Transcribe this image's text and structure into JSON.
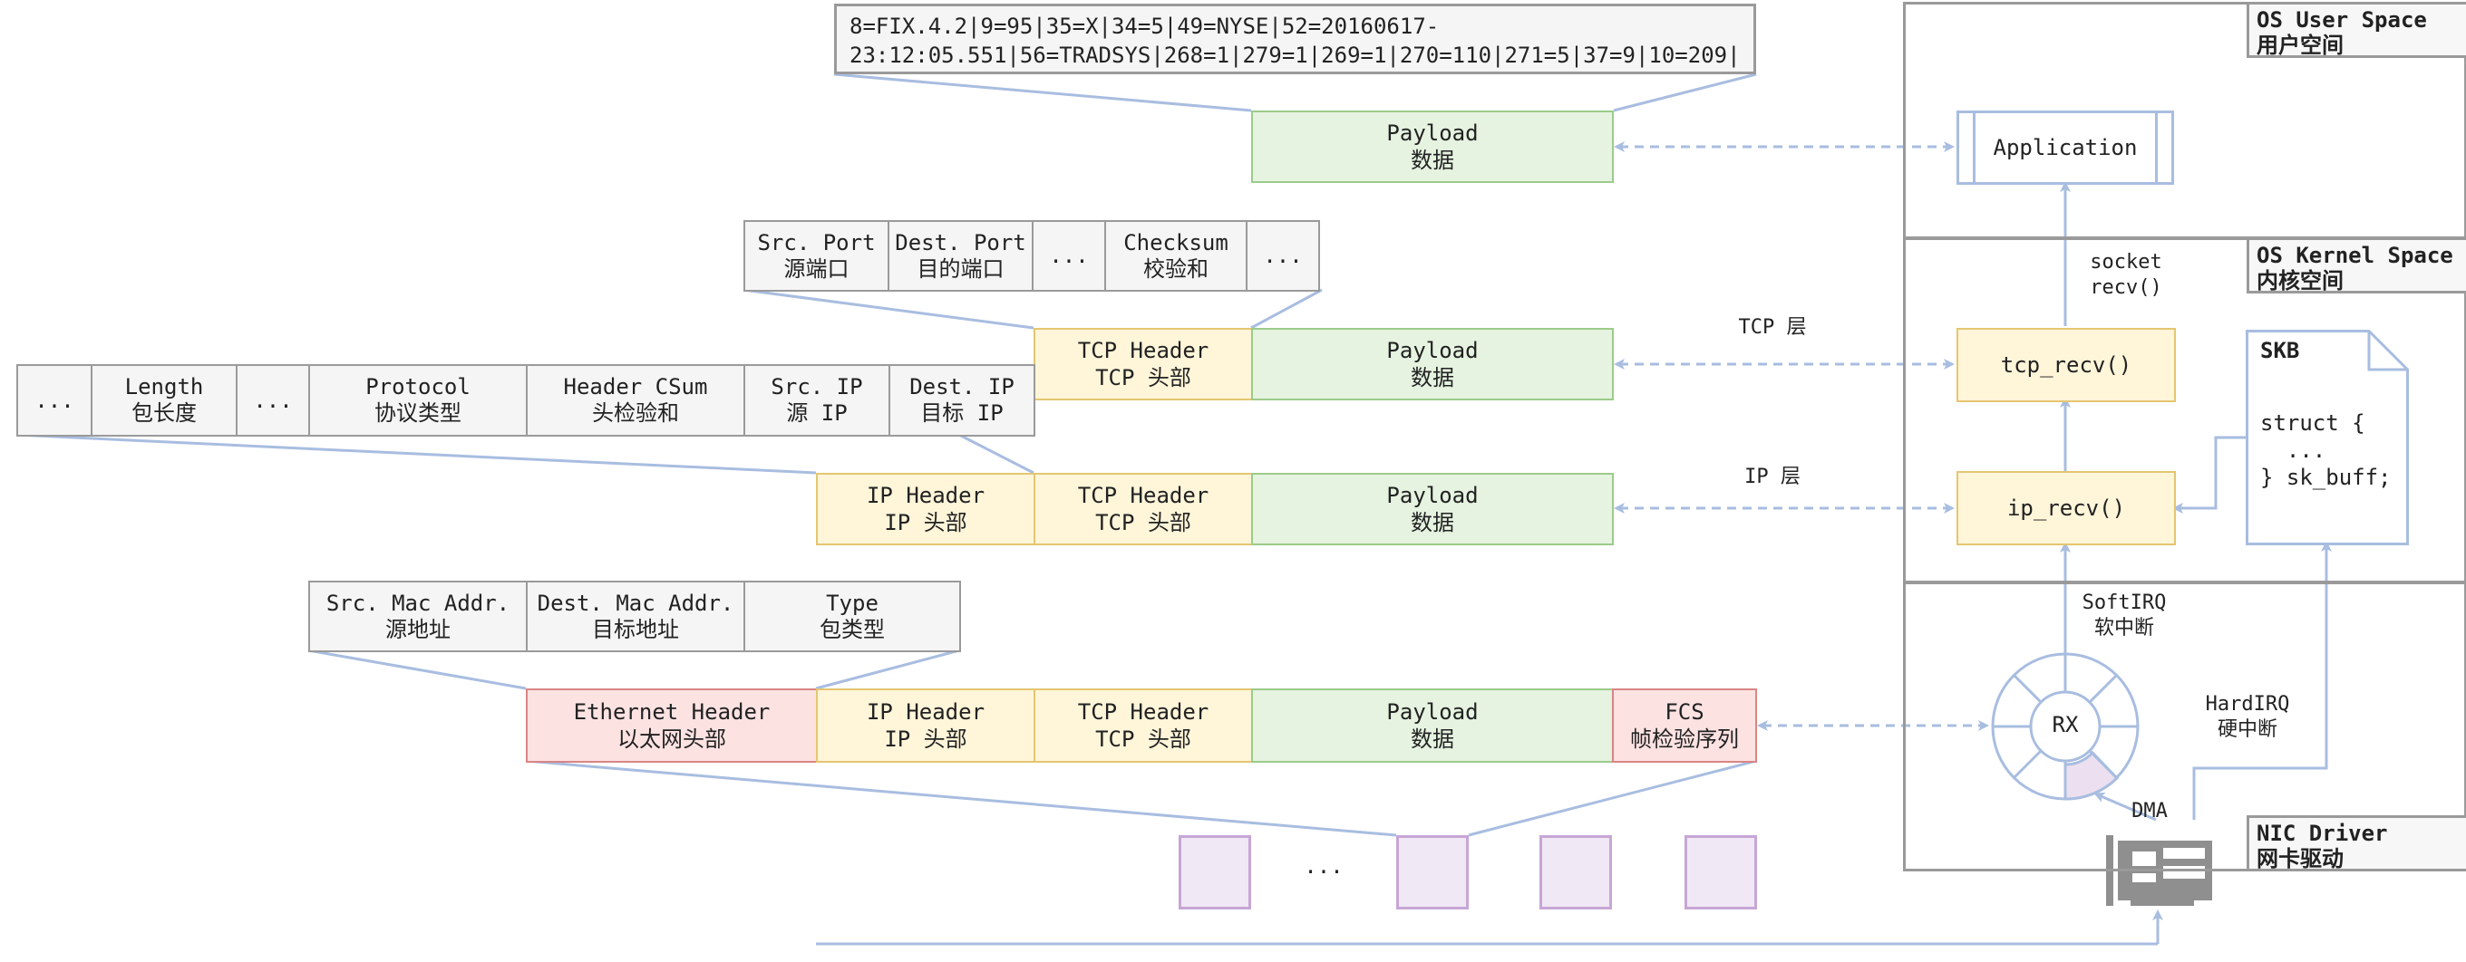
{
  "fix_message": {
    "line1": "8=FIX.4.2|9=95|35=X|34=5|49=NYSE|52=20160617-",
    "line2": "23:12:05.551|56=TRADSYS|268=1|279=1|269=1|270=110|271=5|37=9|10=209|"
  },
  "layers": {
    "payload": {
      "en": "Payload",
      "zh": "数据"
    },
    "tcp_header": {
      "en": "TCP Header",
      "zh": "TCP 头部"
    },
    "ip_header": {
      "en": "IP Header",
      "zh": "IP 头部"
    },
    "eth_header": {
      "en": "Ethernet Header",
      "zh": "以太网头部"
    },
    "fcs": {
      "en": "FCS",
      "zh": "帧检验序列"
    }
  },
  "tcp_fields": [
    {
      "en": "Src. Port",
      "zh": "源端口"
    },
    {
      "en": "Dest. Port",
      "zh": "目的端口"
    },
    {
      "en": "...",
      "zh": ""
    },
    {
      "en": "Checksum",
      "zh": "校验和"
    },
    {
      "en": "...",
      "zh": ""
    }
  ],
  "ip_fields": [
    {
      "en": "...",
      "zh": ""
    },
    {
      "en": "Length",
      "zh": "包长度"
    },
    {
      "en": "...",
      "zh": ""
    },
    {
      "en": "Protocol",
      "zh": "协议类型"
    },
    {
      "en": "Header CSum",
      "zh": "头检验和"
    },
    {
      "en": "Src. IP",
      "zh": "源 IP"
    },
    {
      "en": "Dest. IP",
      "zh": "目标 IP"
    }
  ],
  "eth_fields": [
    {
      "en": "Src. Mac Addr.",
      "zh": "源地址"
    },
    {
      "en": "Dest. Mac Addr.",
      "zh": "目标地址"
    },
    {
      "en": "Type",
      "zh": "包类型"
    }
  ],
  "frames_ellipsis": "...",
  "regions": {
    "user": {
      "en": "OS User Space",
      "zh": "用户空间"
    },
    "kernel": {
      "en": "OS Kernel Space",
      "zh": "内核空间"
    },
    "driver": {
      "en": "NIC Driver",
      "zh": "网卡驱动"
    }
  },
  "kernel": {
    "application": "Application",
    "tcp_recv": "tcp_recv()",
    "ip_recv": "ip_recv()",
    "rx": "RX",
    "socket_recv": {
      "line1": "socket",
      "line2": "recv()"
    },
    "softirq": {
      "en": "SoftIRQ",
      "zh": "软中断"
    },
    "hardirq": {
      "en": "HardIRQ",
      "zh": "硬中断"
    },
    "dma": "DMA",
    "tcp_layer": "TCP 层",
    "ip_layer": "IP 层"
  },
  "skb": {
    "title": "SKB",
    "line1": "struct {",
    "line2": "  ...",
    "line3": "} sk_buff;"
  },
  "colors": {
    "arrow": "#a8bde0",
    "payload": "#e5f3e0",
    "header": "#fff5d9",
    "ethernet": "#fde2e2",
    "field": "#f5f5f5",
    "frame": "#f0e8f4"
  }
}
